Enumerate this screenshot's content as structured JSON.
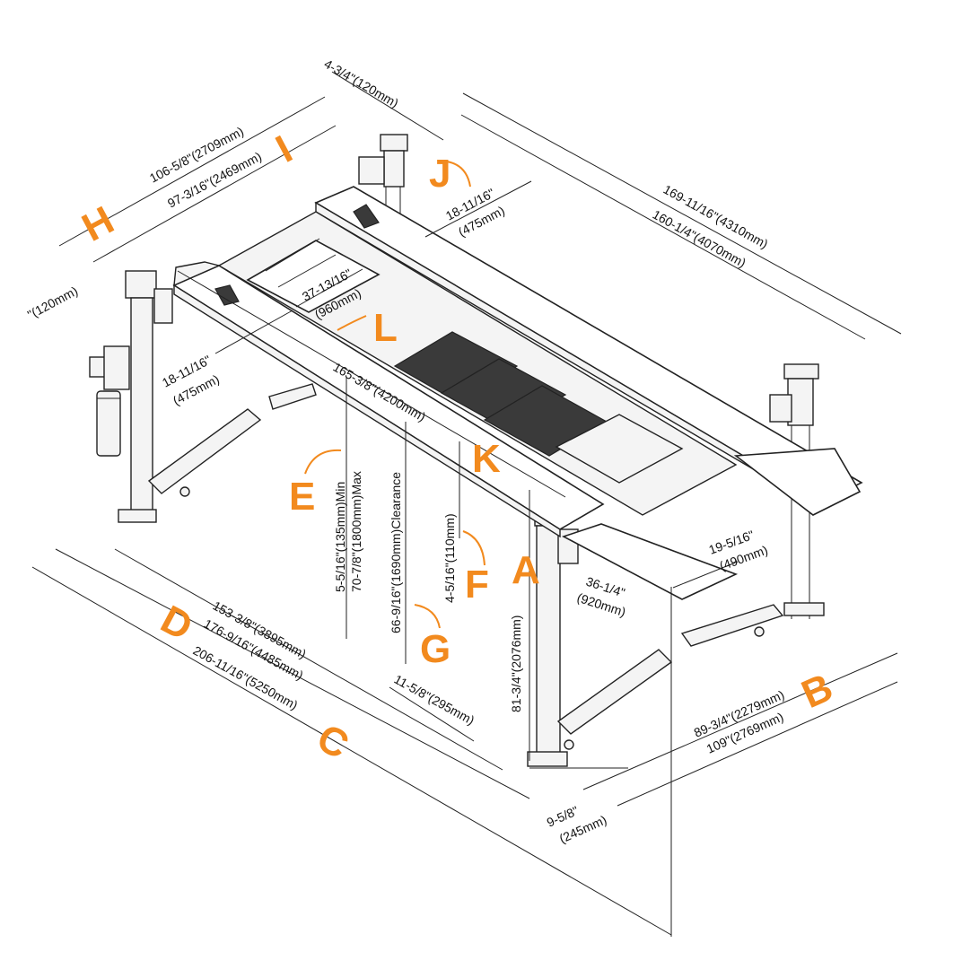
{
  "diagram": {
    "accent_color": "#f28a1e",
    "letters": [
      "A",
      "B",
      "C",
      "D",
      "E",
      "F",
      "G",
      "H",
      "I",
      "J",
      "K",
      "L"
    ],
    "dims": {
      "top_4_3_4": "4-3/4\"(120mm)",
      "left_120": "\"(120mm)",
      "h_106": "106-5/8\"(2709mm)",
      "h_97": "97-3/16\"(2469mm)",
      "r_169": "169-11/16\"(4310mm)",
      "r_160": "160-1/4\"(4070mm)",
      "j_18a": "18-11/16\"",
      "j_18b": "(475mm)",
      "l_37a": "37-13/16\"",
      "l_37b": "(960mm)",
      "l_18a": "18-11/16\"",
      "l_18b": "(475mm)",
      "k_165": "165-3/8\"(4200mm)",
      "e_min": "5-5/16\"(135mm)Min",
      "e_max": "70-7/8\"(1800mm)Max",
      "g_clear": "66-9/16\"(1690mm)Clearance",
      "f_110": "4-5/16\"(110mm)",
      "a_81": "81-3/4\"(2076mm)",
      "r19a": "19-5/16\"",
      "r19b": "(490mm)",
      "r36a": "36-1/4\"",
      "r36b": "(920mm)",
      "d_153": "153-3/8\"(3895mm)",
      "d_176": "176-9/16\"(4485mm)",
      "c_206": "206-11/16\"(5250mm)",
      "g_295": "11-5/8\"(295mm)",
      "b_89": "89-3/4\"(2279mm)",
      "b_109": "109\"(2769mm)",
      "b_9a": "9-5/8\"",
      "b_9b": "(245mm)"
    }
  }
}
